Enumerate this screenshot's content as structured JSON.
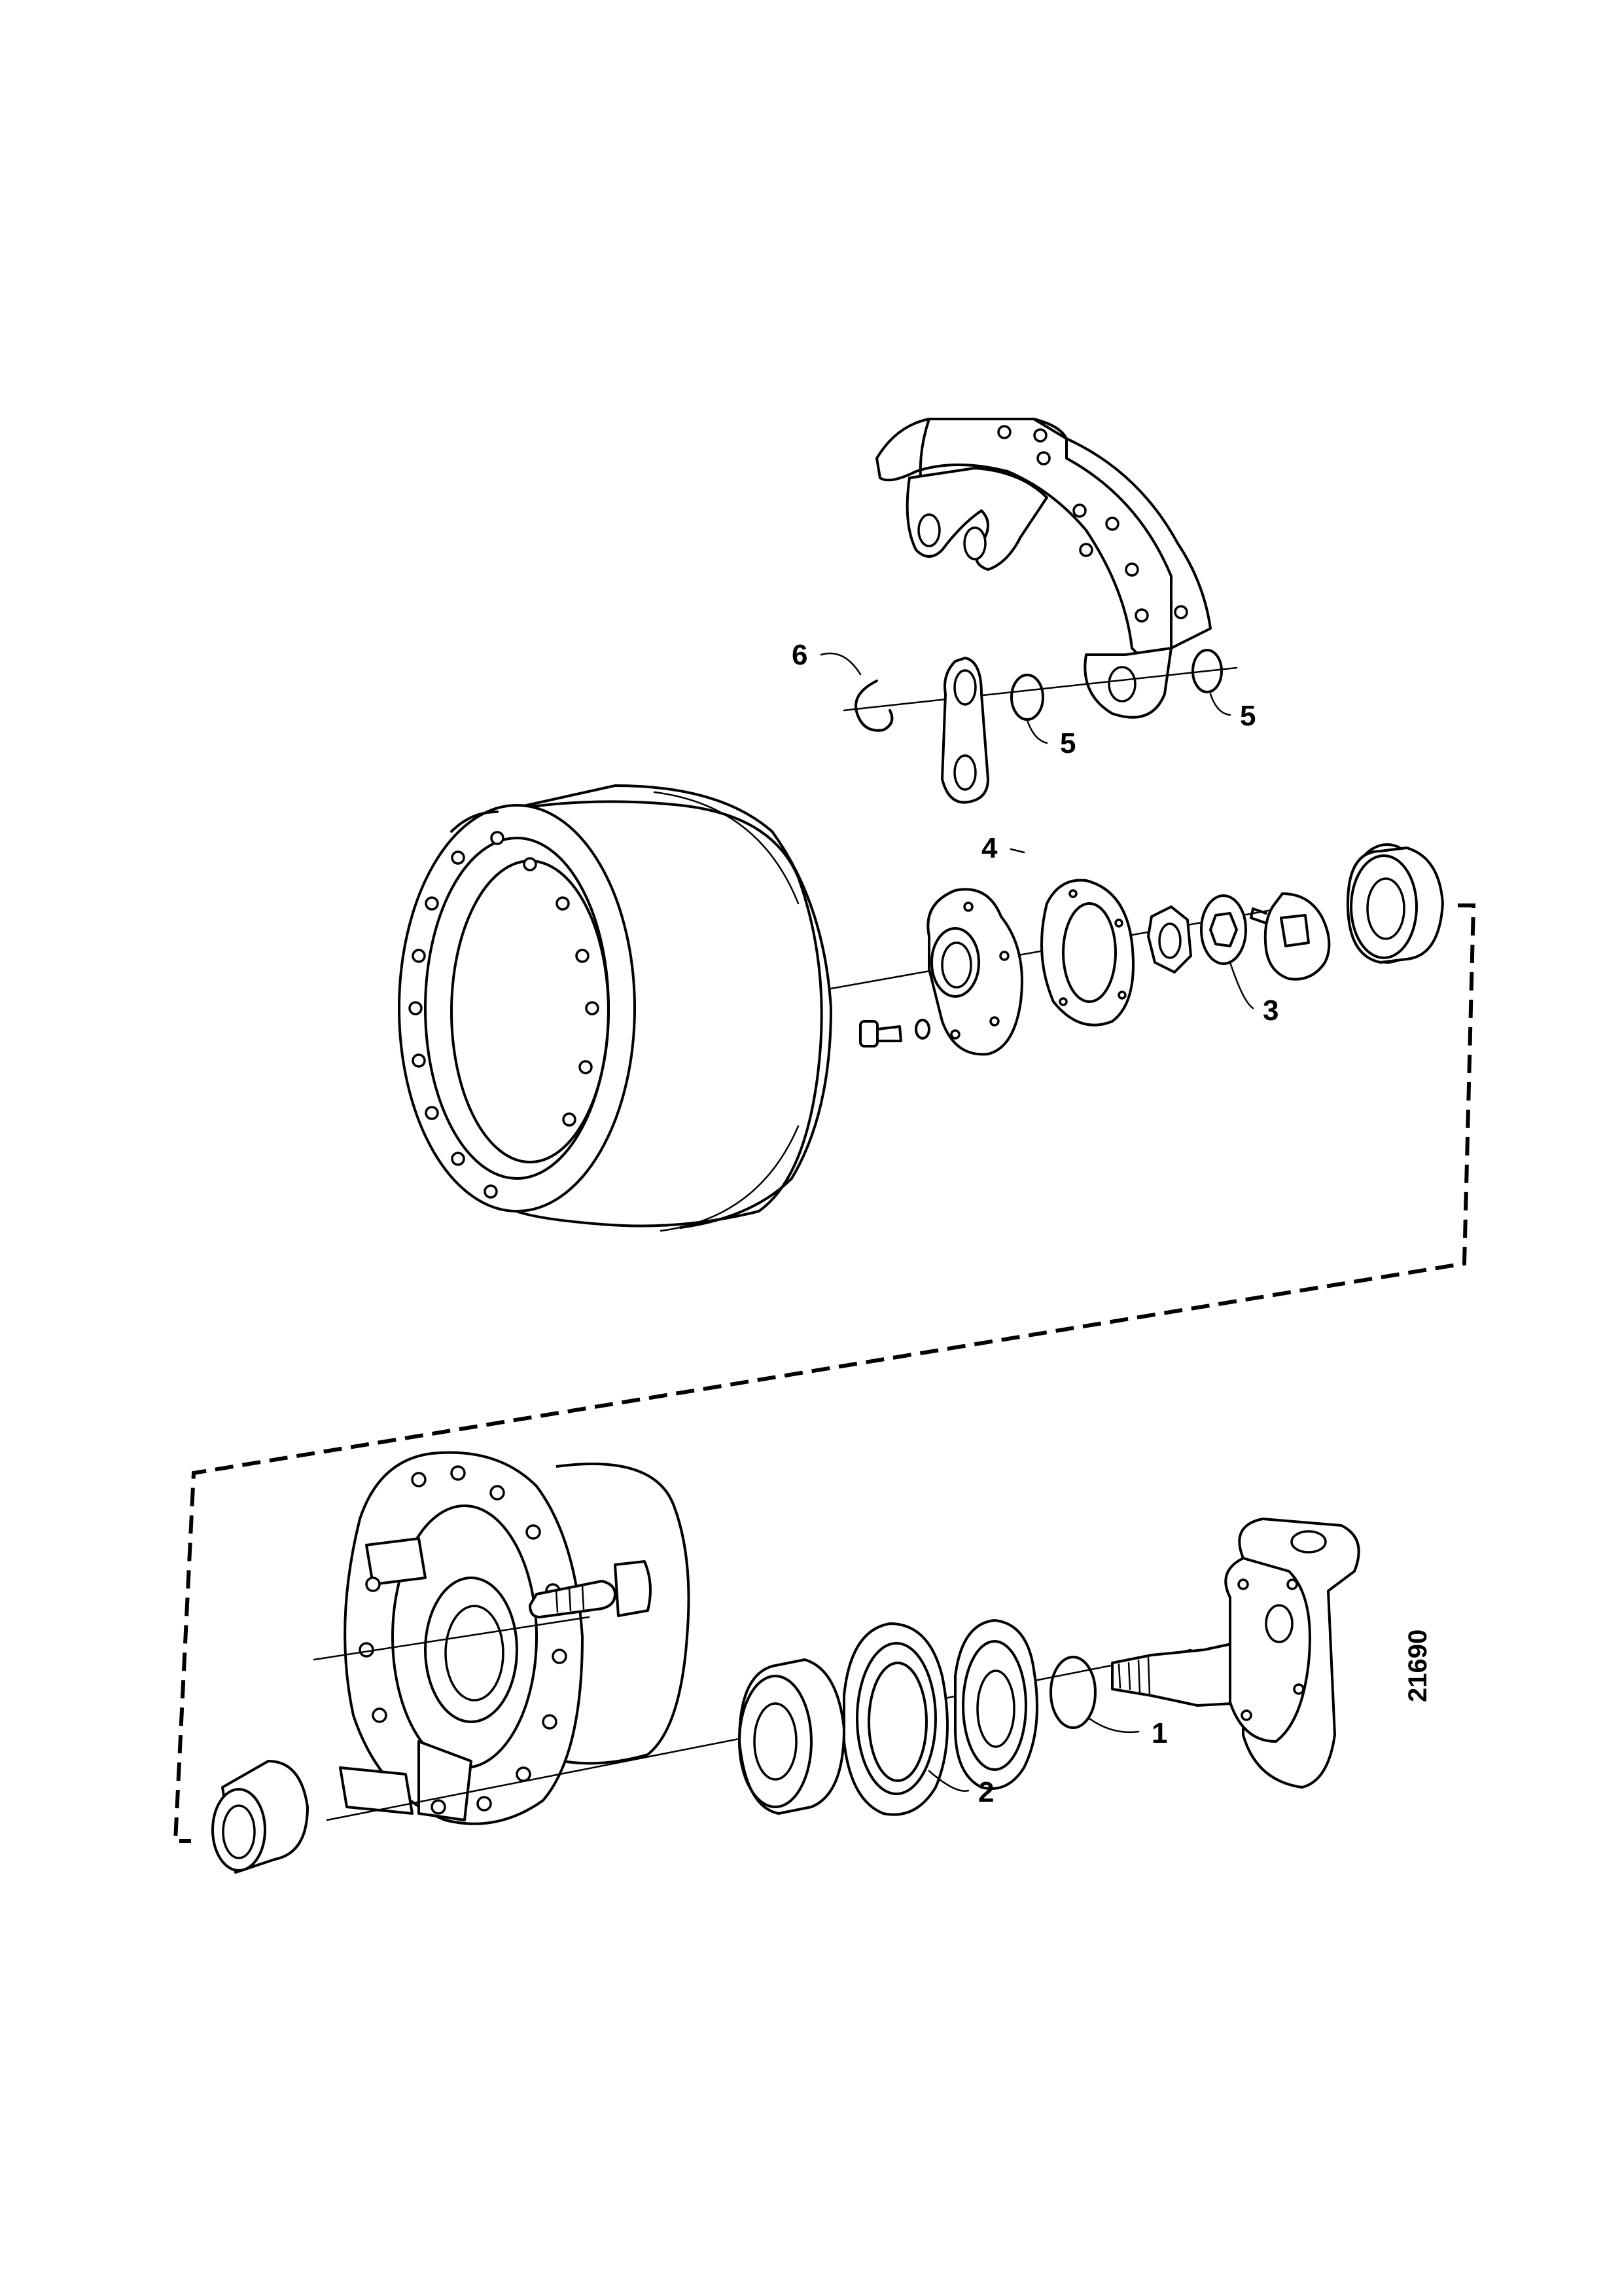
{
  "figure_number": "21690",
  "callouts": [
    {
      "id": "callout-1",
      "label": "1"
    },
    {
      "id": "callout-2",
      "label": "2"
    },
    {
      "id": "callout-3",
      "label": "3"
    },
    {
      "id": "callout-4",
      "label": "4"
    },
    {
      "id": "callout-5a",
      "label": "5"
    },
    {
      "id": "callout-5b",
      "label": "5"
    },
    {
      "id": "callout-6",
      "label": "6"
    }
  ]
}
